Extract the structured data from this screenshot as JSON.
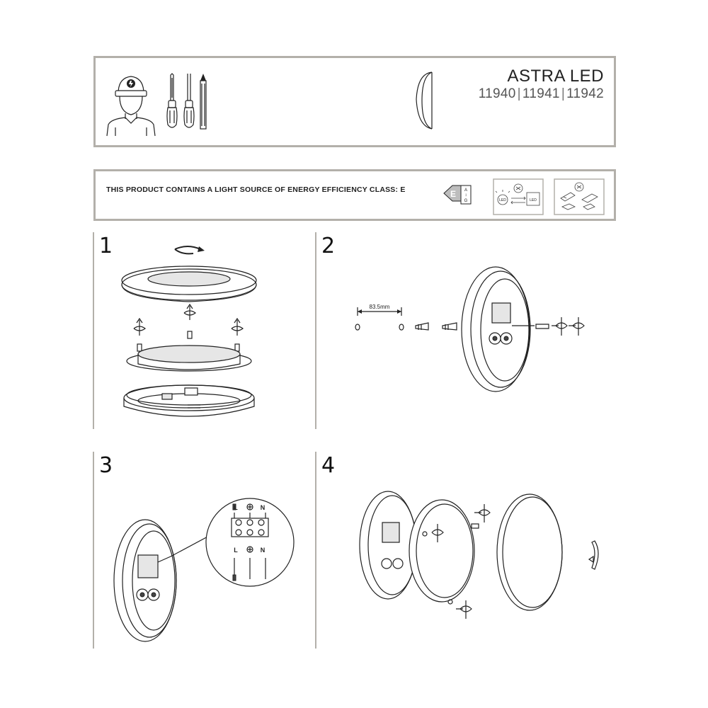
{
  "header": {
    "title": "ASTRA LED",
    "models": [
      "11940",
      "11941",
      "11942"
    ],
    "separator": "|"
  },
  "energy": {
    "text": "THIS PRODUCT CONTAINS A LIGHT SOURCE OF ENERGY EFFICIENCY CLASS: E",
    "class_letter": "E",
    "scale_top": "A",
    "scale_bottom": "G"
  },
  "steps": [
    {
      "number": "1"
    },
    {
      "number": "2",
      "dimension_label": "83.5mm"
    },
    {
      "number": "3",
      "terminal_labels_top": [
        "L",
        "N"
      ],
      "terminal_labels_bottom": [
        "L",
        "N"
      ]
    },
    {
      "number": "4"
    }
  ],
  "icons": {
    "electrician": "electrician-icon",
    "tools": "tools-icon",
    "led_replace": "led-replaceable-icon",
    "driver_replace": "driver-replaceable-icon"
  },
  "lamp_icon_led_label": "LED"
}
